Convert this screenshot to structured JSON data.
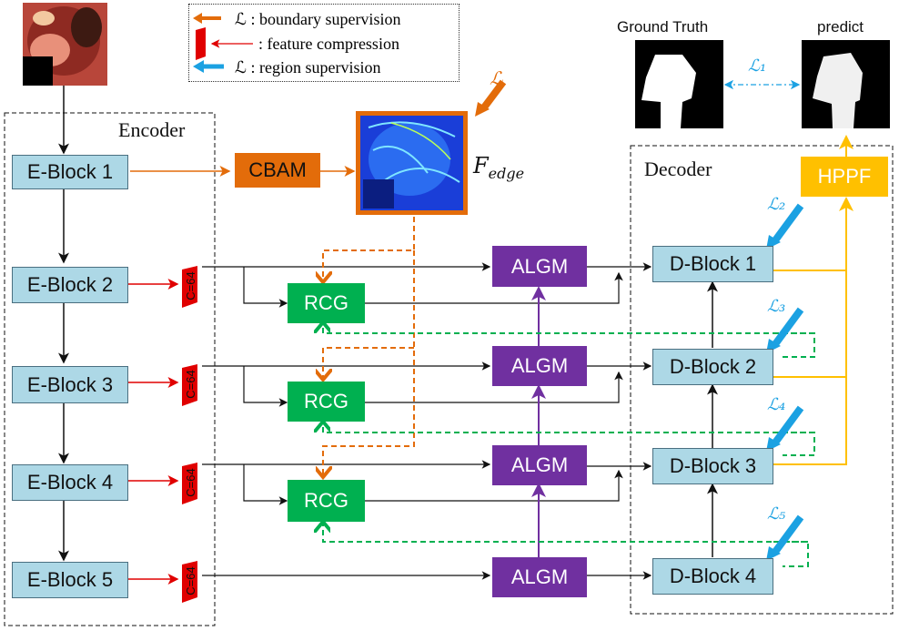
{
  "legend": {
    "boundary": "ℒ : boundary supervision",
    "compression": ": feature compression",
    "region": "ℒ : region supervision"
  },
  "encoder": {
    "title": "Encoder",
    "blocks": [
      "E-Block 1",
      "E-Block 2",
      "E-Block 3",
      "E-Block 4",
      "E-Block 5"
    ],
    "compress_label": "C=64"
  },
  "decoder": {
    "title": "Decoder",
    "blocks": [
      "D-Block 1",
      "D-Block 2",
      "D-Block 3",
      "D-Block 4"
    ]
  },
  "modules": {
    "cbam": "CBAM",
    "rcg": "RCG",
    "algm": "ALGM",
    "hppf": "HPPF"
  },
  "edge": {
    "label_main": "F",
    "label_sub": "edge",
    "loss": "ℒ"
  },
  "outputs": {
    "ground_truth": "Ground Truth",
    "predict": "predict"
  },
  "losses": [
    "ℒ₁",
    "ℒ₂",
    "ℒ₃",
    "ℒ₄",
    "ℒ₅"
  ],
  "colors": {
    "boundary": "#e36c0a",
    "region": "#1ba1e2",
    "rcg": "#00b050",
    "algm": "#7030a0",
    "hppf": "#ffc000",
    "block": "#add8e6",
    "compress": "#e00000"
  }
}
